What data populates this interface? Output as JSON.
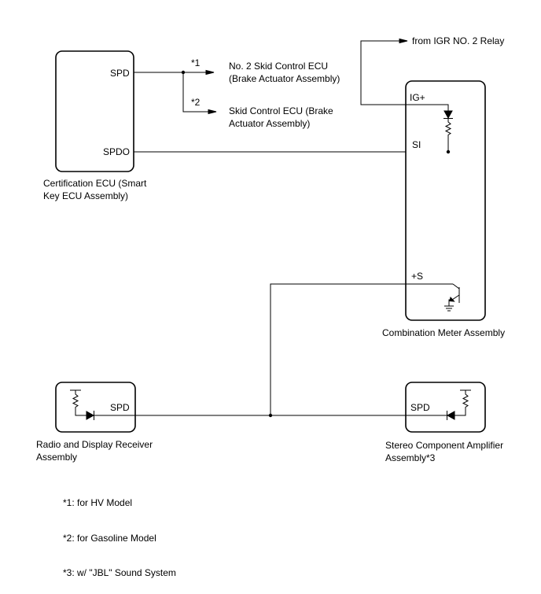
{
  "external": {
    "from_relay": "from IGR NO. 2 Relay",
    "dest1_line1": "No. 2 Skid Control ECU",
    "dest1_line2": "(Brake Actuator Assembly)",
    "dest2_line1": "Skid Control ECU (Brake",
    "dest2_line2": "Actuator Assembly)",
    "mark1": "*1",
    "mark2": "*2"
  },
  "certification_ecu": {
    "pin_spd": "SPD",
    "pin_spdo": "SPDO",
    "name_line1": "Certification ECU (Smart",
    "name_line2": "Key ECU Assembly)"
  },
  "combination_meter": {
    "pin_ig": "IG+",
    "pin_si": "SI",
    "pin_s": "+S",
    "name": "Combination Meter Assembly"
  },
  "radio": {
    "pin_spd": "SPD",
    "name_line1": "Radio and Display Receiver",
    "name_line2": "Assembly"
  },
  "amplifier": {
    "pin_spd": "SPD",
    "name_line1": "Stereo Component Amplifier",
    "name_line2": "Assembly*3"
  },
  "notes": [
    "*1: for HV Model",
    "*2: for Gasoline Model",
    "*3: w/ \"JBL\" Sound System"
  ]
}
